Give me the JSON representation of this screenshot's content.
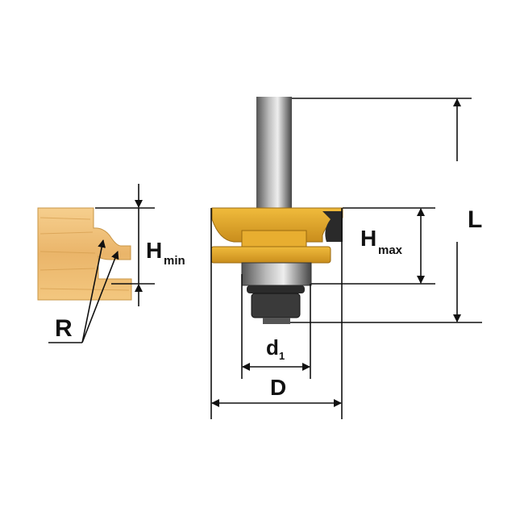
{
  "labels": {
    "h_min_main": "H",
    "h_min_sub": "min",
    "h_max_main": "H",
    "h_max_sub": "max",
    "length": "L",
    "bearing_diameter_main": "d",
    "bearing_diameter_sub": "1",
    "cutter_diameter": "D",
    "radius": "R"
  },
  "colors": {
    "wood": "#f2c27a",
    "cutter": "#e3a92a",
    "shank": "#8c8c8c",
    "nut": "#222222"
  }
}
